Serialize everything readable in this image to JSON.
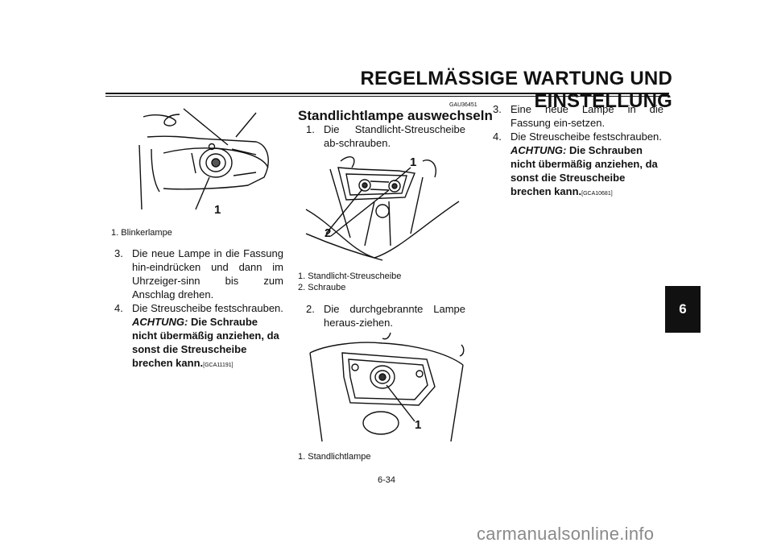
{
  "header": {
    "title": "REGELMÄSSIGE WARTUNG UND EINSTELLUNG"
  },
  "chapter_tab": "6",
  "left": {
    "figure_callout": "1",
    "caption": "1. Blinkerlampe",
    "steps": [
      {
        "num": "3.",
        "text": "Die neue Lampe in die Fassung hin-eindrücken und dann im Uhrzeiger-sinn bis zum Anschlag drehen."
      },
      {
        "num": "4.",
        "text": "Die Streuscheibe festschrauben.",
        "warning_label": "ACHTUNG:",
        "warning_text": "Die Schraube nicht übermäßig anziehen, da sonst die Streuscheibe brechen kann.",
        "warning_code": "[GCA11191]"
      }
    ]
  },
  "middle": {
    "gau_code": "GAU36451",
    "section_title": "Standlichtlampe auswechseln",
    "step1": {
      "num": "1.",
      "text": "Die Standlicht-Streuscheibe ab-schrauben."
    },
    "figure1_callouts": [
      "1",
      "2"
    ],
    "captions1": [
      "1. Standlicht-Streuscheibe",
      "2. Schraube"
    ],
    "step2": {
      "num": "2.",
      "text": "Die durchgebrannte Lampe heraus-ziehen."
    },
    "figure2_callout": "1",
    "caption2": "1. Standlichtlampe"
  },
  "right": {
    "steps": [
      {
        "num": "3.",
        "text": "Eine neue Lampe in die Fassung ein-setzen."
      },
      {
        "num": "4.",
        "text": "Die Streuscheibe festschrauben.",
        "warning_label": "ACHTUNG:",
        "warning_text": "Die Schrauben nicht übermäßig anziehen, da sonst die Streuscheibe brechen kann.",
        "warning_code": "[GCA10681]"
      }
    ]
  },
  "page_number": "6-34",
  "watermark": "carmanualsonline.info"
}
